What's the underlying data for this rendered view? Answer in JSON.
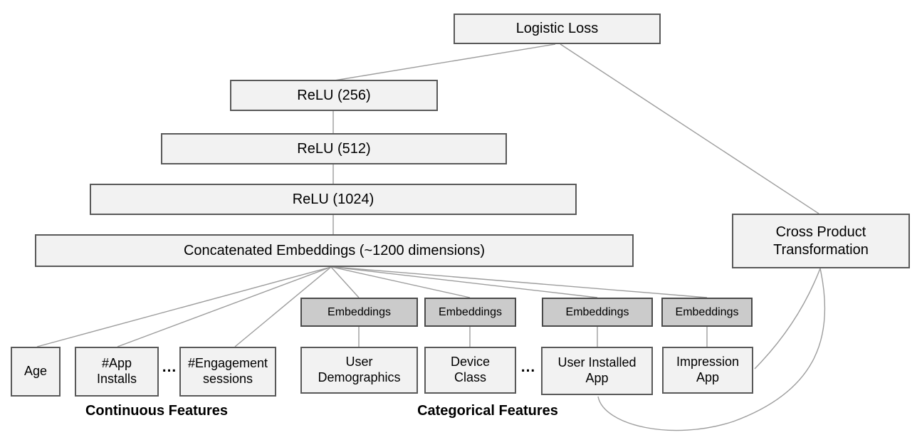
{
  "nodes": {
    "logistic_loss": {
      "label": "Logistic Loss"
    },
    "relu_256": {
      "label": "ReLU (256)"
    },
    "relu_512": {
      "label": "ReLU (512)"
    },
    "relu_1024": {
      "label": "ReLU (1024)"
    },
    "concatenated_embeddings": {
      "label": "Concatenated Embeddings (~1200 dimensions)"
    },
    "cross_product_transformation": {
      "label": "Cross Product\nTransformation"
    },
    "embeddings_1": {
      "label": "Embeddings"
    },
    "embeddings_2": {
      "label": "Embeddings"
    },
    "embeddings_3": {
      "label": "Embeddings"
    },
    "embeddings_4": {
      "label": "Embeddings"
    },
    "age": {
      "label": "Age"
    },
    "app_installs": {
      "label": "#App\nInstalls"
    },
    "engagement_sessions": {
      "label": "#Engagement\nsessions"
    },
    "user_demographics": {
      "label": "User\nDemographics"
    },
    "device_class": {
      "label": "Device\nClass"
    },
    "user_installed_app": {
      "label": "User Installed\nApp"
    },
    "impression_app": {
      "label": "Impression\nApp"
    }
  },
  "ellipsis": {
    "continuous": "...",
    "categorical": "..."
  },
  "group_labels": {
    "continuous": "Continuous Features",
    "categorical": "Categorical Features"
  },
  "colors": {
    "box_fill": "#f2f2f2",
    "box_border": "#595959",
    "embedding_fill": "#cbcbcb",
    "embedding_border": "#4a4a4a",
    "connector": "#9d9d9d",
    "text": "#000000"
  }
}
